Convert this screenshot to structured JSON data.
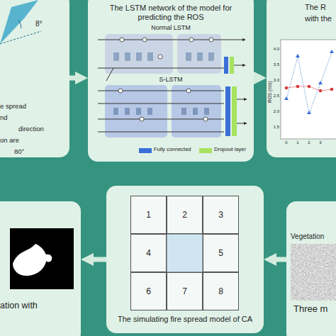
{
  "diagram": {
    "nodes": [
      {
        "text": [
          "e spread",
          "nd",
          "direction",
          "on are",
          "80°"
        ]
      },
      {
        "text": [
          "The LSTM network of the model for predicting the ROS",
          "Normal LSTM",
          "S-LSTM"
        ]
      },
      {
        "text": [
          "The R",
          "with the"
        ]
      },
      {
        "text": [
          "ation with"
        ]
      },
      {
        "text": [
          "The simulating fire spread model of CA"
        ]
      },
      {
        "text": [
          "1"
        ],
        "in": 4
      },
      {
        "text": [
          "2"
        ],
        "in": 4
      },
      {
        "text": [
          "3"
        ],
        "in": 4
      },
      {
        "text": [
          "4"
        ],
        "in": 4
      },
      {
        "text": [
          "5"
        ],
        "in": 4
      },
      {
        "text": [
          "6"
        ],
        "in": 4
      },
      {
        "text": [
          "7"
        ],
        "in": 4
      },
      {
        "text": [
          "8"
        ],
        "in": 4
      },
      {
        "text": [
          "Vegetation",
          "Three m"
        ]
      }
    ],
    "edges": [
      {
        "from": 0,
        "to": 1,
        "arrow": "to"
      },
      {
        "from": 1,
        "to": 2,
        "arrow": "to"
      },
      {
        "from": 13,
        "to": 4,
        "arrow": "to"
      },
      {
        "from": 4,
        "to": 3,
        "arrow": "to"
      }
    ],
    "labels": [
      "8°",
      "ROS (m/s)",
      "4.0",
      "3.5",
      "3.0",
      "2.5",
      "2.0",
      "1.5",
      "0",
      "1",
      "2",
      "3"
    ],
    "legend": [
      {
        "text": "Fully connected",
        "color": "#3a6fd8"
      },
      {
        "text": "Dropout layer",
        "color": "#a6e35e"
      }
    ]
  }
}
